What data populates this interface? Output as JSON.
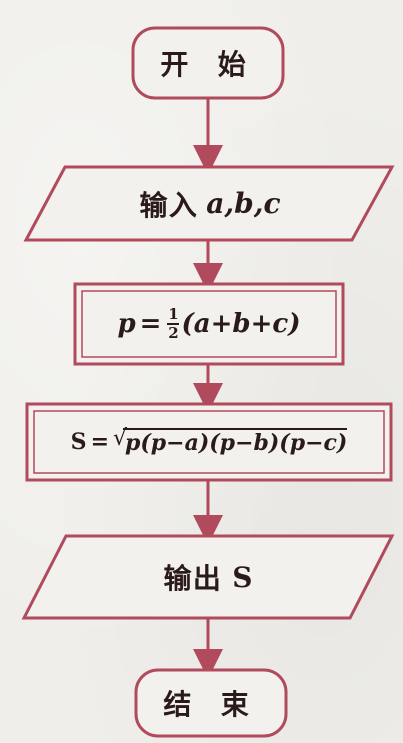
{
  "flowchart": {
    "start": {
      "label": "开 始"
    },
    "input": {
      "cjk": "输入",
      "vars": "a,b,c"
    },
    "compute_p": {
      "lhs": "p",
      "op": "=",
      "frac_num": "1",
      "frac_den": "2",
      "rhs": "(a+b+c)"
    },
    "compute_s": {
      "lhs": "S",
      "op": "=",
      "radicand": "p(p−a)(p−b)(p−c)"
    },
    "output": {
      "cjk": "输出",
      "var": "S"
    },
    "end": {
      "label": "结 束"
    }
  },
  "colors": {
    "stroke": "#b04a5c",
    "fill": "#f2f1ed",
    "text": "#2a1a1c"
  }
}
